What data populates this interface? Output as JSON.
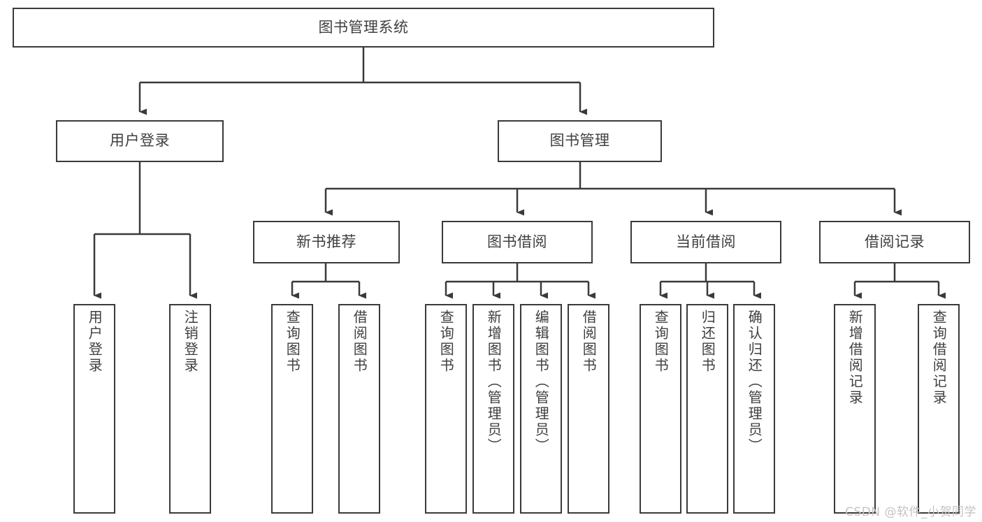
{
  "diagram": {
    "type": "tree",
    "title": "图书管理系统",
    "orientation": "top-down",
    "colors": {
      "box_border": "#3a3a3a",
      "box_fill": "#ffffff",
      "edge": "#3a3a3a",
      "text": "#3f3f3f",
      "watermark": "#c3c3c3",
      "background": "#ffffff"
    }
  },
  "root": {
    "label": "图书管理系统"
  },
  "level1": [
    {
      "id": "user-login",
      "label": "用户登录"
    },
    {
      "id": "book-management",
      "label": "图书管理"
    }
  ],
  "level2": [
    {
      "id": "new-book-recommend",
      "label": "新书推荐",
      "parent": "book-management"
    },
    {
      "id": "book-borrow",
      "label": "图书借阅",
      "parent": "book-management"
    },
    {
      "id": "current-borrow",
      "label": "当前借阅",
      "parent": "book-management"
    },
    {
      "id": "borrow-record",
      "label": "借阅记录",
      "parent": "book-management"
    }
  ],
  "leaves": {
    "user_login": [
      {
        "id": "leaf-user-login",
        "label": "用户登录"
      },
      {
        "id": "leaf-logout-login",
        "label": "注销登录"
      }
    ],
    "new_book_recommend": [
      {
        "id": "leaf-query-book-1",
        "label": "查询图书"
      },
      {
        "id": "leaf-borrow-book-1",
        "label": "借阅图书"
      }
    ],
    "book_borrow": [
      {
        "id": "leaf-query-book-2",
        "label": "查询图书"
      },
      {
        "id": "leaf-add-book",
        "label": "新增图书（管理员）"
      },
      {
        "id": "leaf-edit-book",
        "label": "编辑图书（管理员）"
      },
      {
        "id": "leaf-borrow-book-2",
        "label": "借阅图书"
      }
    ],
    "current_borrow": [
      {
        "id": "leaf-query-book-3",
        "label": "查询图书"
      },
      {
        "id": "leaf-return-book",
        "label": "归还图书"
      },
      {
        "id": "leaf-confirm-return",
        "label": "确认归还（管理员）"
      }
    ],
    "borrow_record": [
      {
        "id": "leaf-add-record",
        "label": "新增借阅记录"
      },
      {
        "id": "leaf-query-record",
        "label": "查询借阅记录"
      }
    ]
  },
  "watermark": {
    "text": "CSDN @软件_小贺同学"
  }
}
